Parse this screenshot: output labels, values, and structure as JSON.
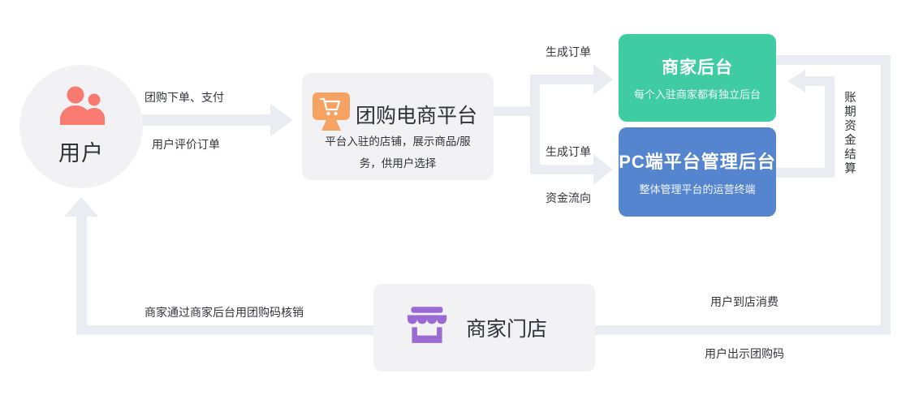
{
  "diagram": {
    "user": {
      "label": "用户"
    },
    "platform": {
      "title": "团购电商平台",
      "desc1": "平台入驻的店铺，展示商品/服",
      "desc2": "务，供用户选择"
    },
    "merchant_backend": {
      "title": "商家后台",
      "subtitle": "每个入驻商家都有独立后台",
      "color": "#3fcca2"
    },
    "pc_backend": {
      "title": "PC端平台管理后台",
      "subtitle": "整体管理平台的运营终端",
      "color": "#5585cf"
    },
    "store": {
      "title": "商家门店"
    },
    "labels": {
      "order_pay": "团购下单、支付",
      "review_order": "用户评价订单",
      "gen_order_top": "生成订单",
      "gen_order_mid": "生成订单",
      "fund_flow": "资金流向",
      "settlement": "账期资金结算",
      "verify_code": "商家通过商家后台用团购码核销",
      "store_consume": "用户到店消费",
      "show_code": "用户出示团购码"
    },
    "icons": {
      "user": "two-users-icon",
      "platform": "monitor-shopping-cart-icon",
      "store": "storefront-icon"
    },
    "colors": {
      "connector": "#ebecf2",
      "node_bg": "#f2f2f5",
      "user_icon": "#f87a70",
      "platform_icon": "#f5a263",
      "store_icon": "#9b6ad3",
      "merchant_green": "#3fcca2",
      "pc_blue": "#5585cf",
      "text_dark": "#2f3139"
    }
  }
}
